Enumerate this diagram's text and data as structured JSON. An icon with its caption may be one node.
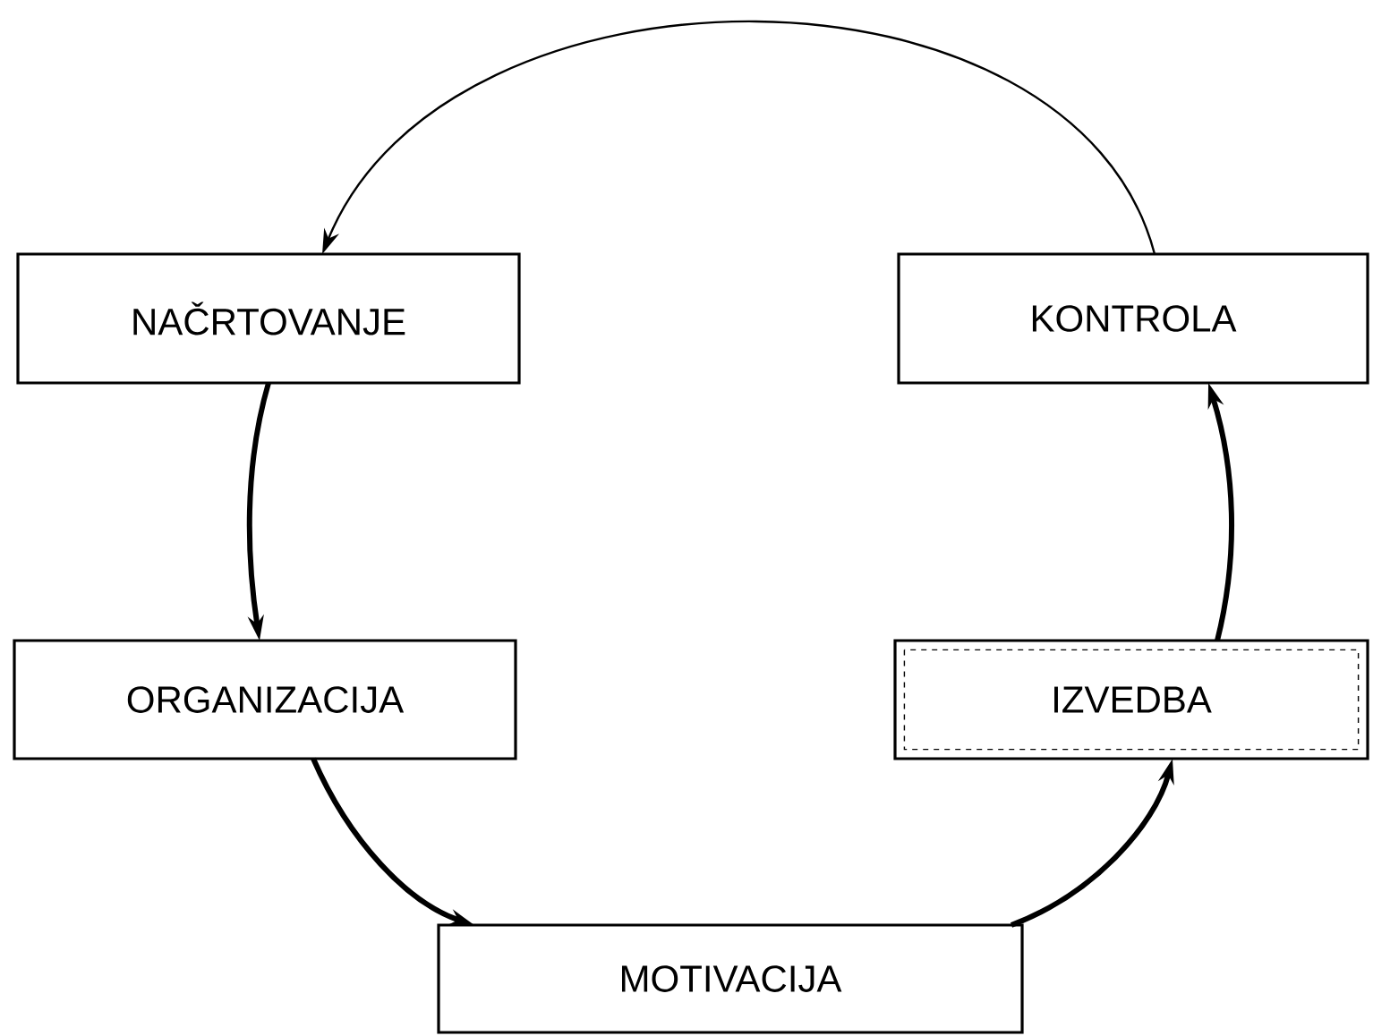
{
  "diagram": {
    "nodes": [
      {
        "text": [
          "NAČRTOVANJE"
        ]
      },
      {
        "text": [
          "KONTROLA"
        ]
      },
      {
        "text": [
          "ORGANIZACIJA"
        ]
      },
      {
        "text": [
          "IZVEDBA"
        ]
      },
      {
        "text": [
          "MOTIVACIJA"
        ]
      }
    ],
    "edges": [
      {
        "from": 1,
        "to": 0,
        "arrow": "to"
      },
      {
        "from": 0,
        "to": 2,
        "arrow": "to"
      },
      {
        "from": 2,
        "to": 4,
        "arrow": "to"
      },
      {
        "from": 4,
        "to": 3,
        "arrow": "to"
      },
      {
        "from": 3,
        "to": 1,
        "arrow": "to"
      }
    ]
  }
}
